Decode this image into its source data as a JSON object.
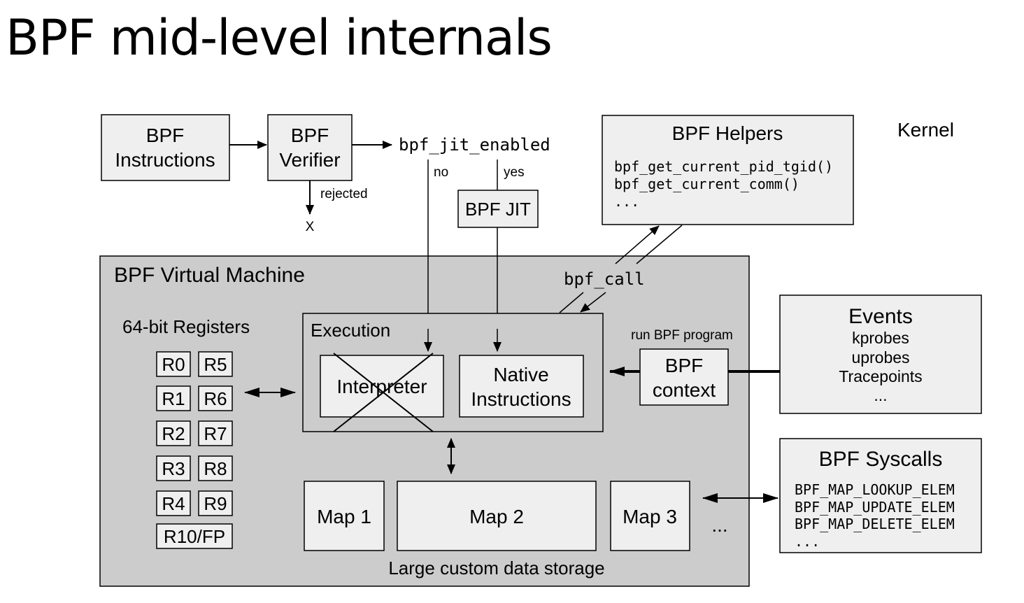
{
  "title": "BPF mid-level internals",
  "kernel_label": "Kernel",
  "pipeline": {
    "instructions": [
      "BPF",
      "Instructions"
    ],
    "verifier": [
      "BPF",
      "Verifier"
    ],
    "jit_flag": "bpf_jit_enabled",
    "no_label": "no",
    "yes_label": "yes",
    "rejected_label": "rejected",
    "reject_mark": "X",
    "jit": "BPF JIT"
  },
  "helpers": {
    "title": "BPF Helpers",
    "lines": [
      "bpf_get_current_pid_tgid()",
      "bpf_get_current_comm()",
      "..."
    ]
  },
  "vm": {
    "title": "BPF Virtual Machine",
    "bpf_call": "bpf_call",
    "registers_title": "64-bit Registers",
    "registers": [
      "R0",
      "R5",
      "R1",
      "R6",
      "R2",
      "R7",
      "R3",
      "R8",
      "R4",
      "R9",
      "R10/FP"
    ],
    "execution_title": "Execution",
    "interpreter": "Interpreter",
    "native": [
      "Native",
      "Instructions"
    ],
    "maps": [
      "Map 1",
      "Map 2",
      "Map 3"
    ],
    "maps_more": "...",
    "storage_label": "Large custom data storage"
  },
  "context": {
    "run_label": "run BPF program",
    "box": [
      "BPF",
      "context"
    ]
  },
  "events": {
    "title": "Events",
    "lines": [
      "kprobes",
      "uprobes",
      "Tracepoints",
      "..."
    ]
  },
  "syscalls": {
    "title": "BPF Syscalls",
    "lines": [
      "BPF_MAP_LOOKUP_ELEM",
      "BPF_MAP_UPDATE_ELEM",
      "BPF_MAP_DELETE_ELEM",
      "..."
    ]
  },
  "colors": {
    "vm_fill": "#cccccc",
    "box_fill": "#efefef",
    "stroke": "#000000"
  }
}
